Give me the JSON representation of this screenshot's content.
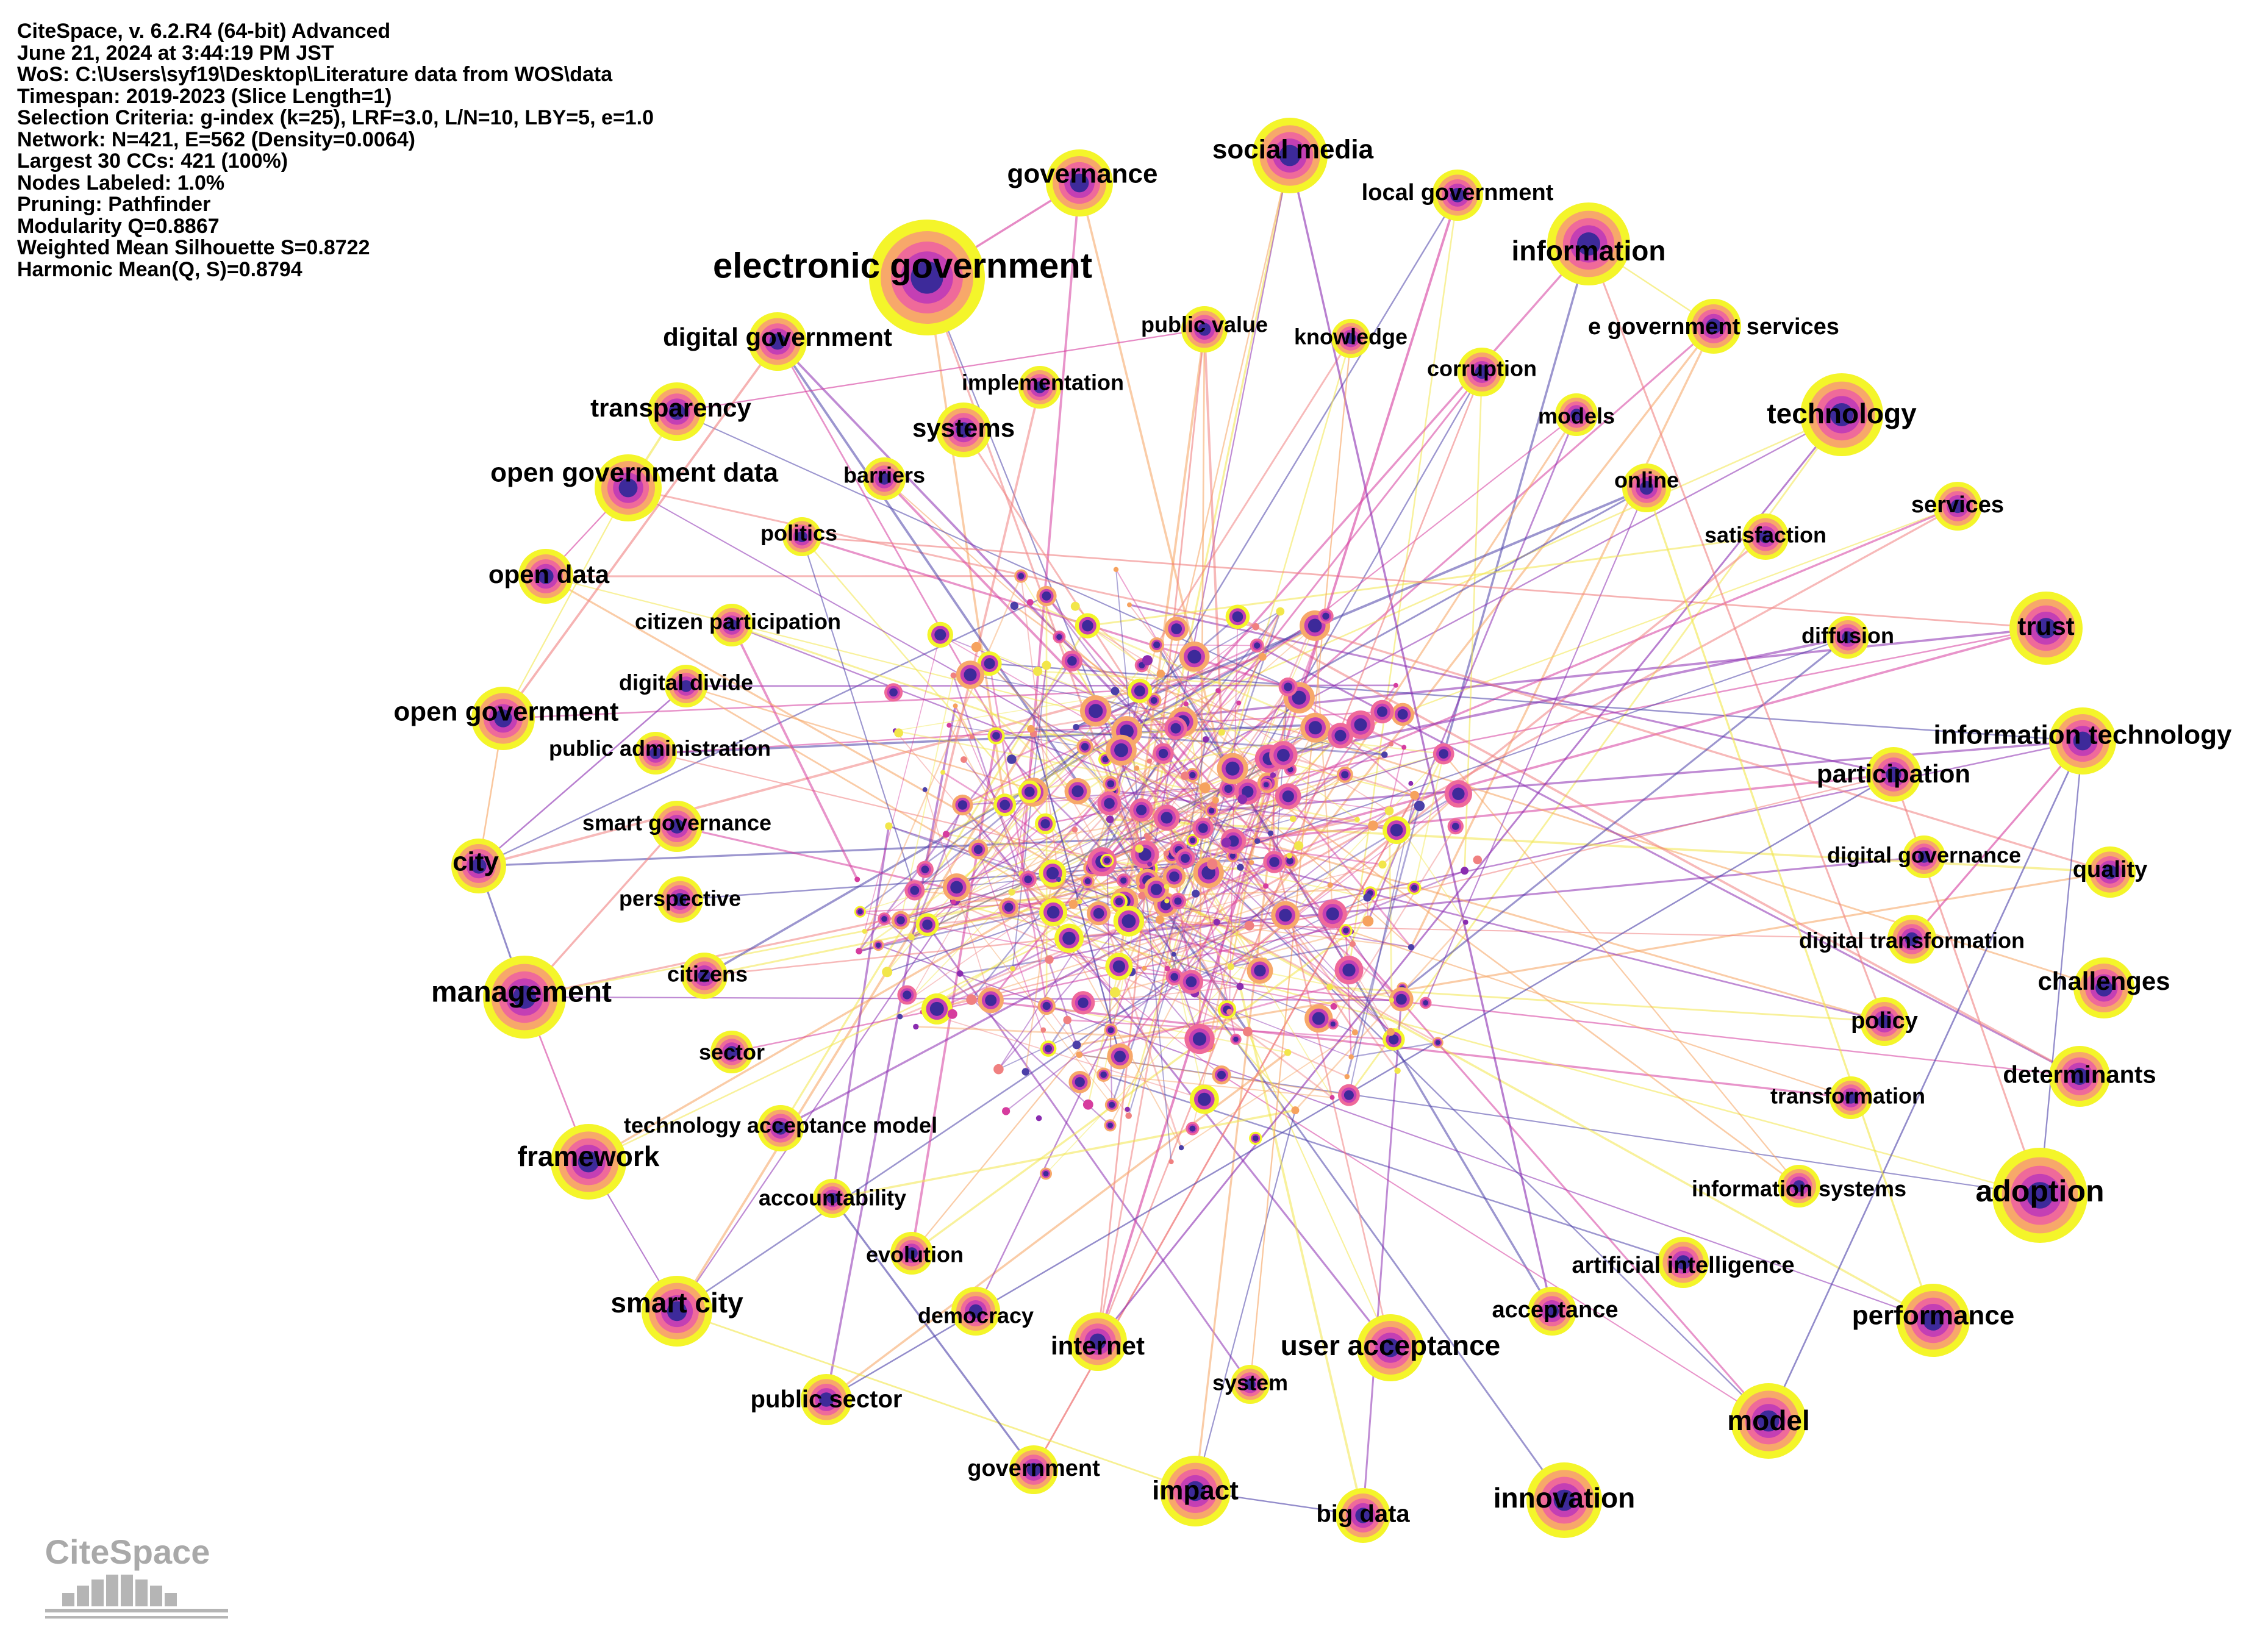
{
  "header": {
    "lines": [
      "CiteSpace, v. 6.2.R4 (64-bit) Advanced",
      "June 21, 2024 at 3:44:19 PM JST",
      "WoS: C:\\Users\\syf19\\Desktop\\Literature data from WOS\\data",
      "Timespan: 2019-2023 (Slice Length=1)",
      "Selection Criteria: g-index (k=25), LRF=3.0, L/N=10, LBY=5, e=1.0",
      "Network: N=421, E=562 (Density=0.0064)",
      "Largest 30 CCs: 421 (100%)",
      "Nodes Labeled: 1.0%",
      "Pruning: Pathfinder",
      "Modularity Q=0.8867",
      "Weighted Mean Silhouette S=0.8722",
      "Harmonic Mean(Q, S)=0.8794"
    ]
  },
  "logo": {
    "text": "CiteSpace"
  },
  "colors": {
    "ring_outer": "#f4f52a",
    "ring_2": "#f7a86a",
    "ring_3": "#ef6a9a",
    "ring_4": "#c43fb4",
    "core": "#3d2a9a",
    "link_palette": [
      "#4b3fa8",
      "#8a2cb0",
      "#d63c9e",
      "#f08080",
      "#f6a25e",
      "#f2e64a"
    ]
  },
  "keywords": [
    "electronic government",
    "social media",
    "governance",
    "local government",
    "information",
    "e government services",
    "technology",
    "services",
    "trust",
    "information technology",
    "participation",
    "digital governance",
    "quality",
    "digital transformation",
    "challenges",
    "policy",
    "determinants",
    "transformation",
    "adoption",
    "information systems",
    "artificial intelligence",
    "performance",
    "acceptance",
    "model",
    "innovation",
    "user acceptance",
    "system",
    "impact",
    "big data",
    "internet",
    "government",
    "public sector",
    "democracy",
    "smart city",
    "evolution",
    "accountability",
    "framework",
    "technology acceptance model",
    "sector",
    "management",
    "citizens",
    "perspective",
    "city",
    "smart governance",
    "public administration",
    "open government",
    "digital divide",
    "citizen participation",
    "open data",
    "politics",
    "open government data",
    "barriers",
    "transparency",
    "systems",
    "implementation",
    "digital government",
    "public value",
    "knowledge",
    "corruption",
    "models",
    "online",
    "satisfaction",
    "diffusion"
  ]
}
